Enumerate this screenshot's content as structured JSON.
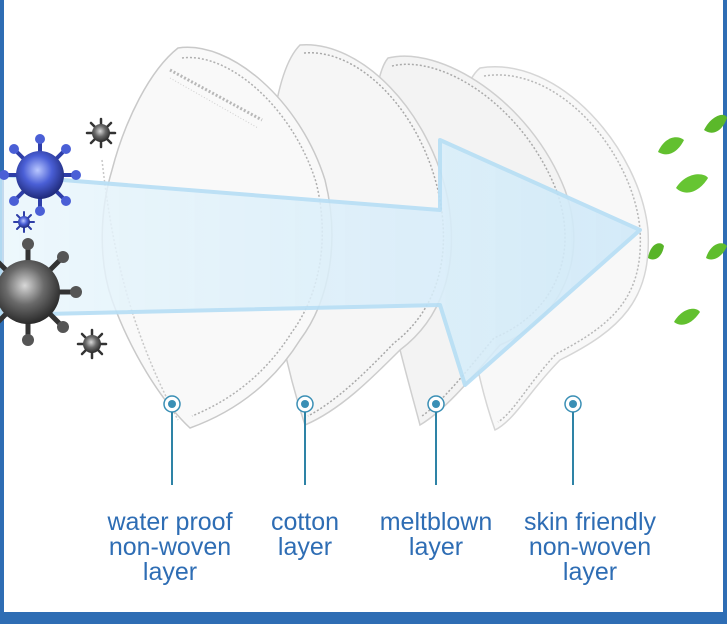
{
  "colors": {
    "frame": "#2e6db4",
    "label_text": "#2e6db4",
    "connector": "#2e83a6",
    "arrow_fill": "#dbeefa",
    "arrow_stroke": "#b9dff5",
    "virus_blue": "#3a4fc0",
    "virus_dark": "#4a4a4a",
    "leaf": "#62c02f"
  },
  "icons": [
    "virus-icon",
    "leaf-icon",
    "arrow-icon",
    "mask-layer-icon"
  ],
  "layers": [
    {
      "lines": [
        "water proof",
        "non-woven",
        "layer"
      ]
    },
    {
      "lines": [
        "cotton",
        "layer"
      ]
    },
    {
      "lines": [
        "meltblown",
        "layer"
      ]
    },
    {
      "lines": [
        "skin friendly",
        "non-woven",
        "layer"
      ]
    }
  ]
}
